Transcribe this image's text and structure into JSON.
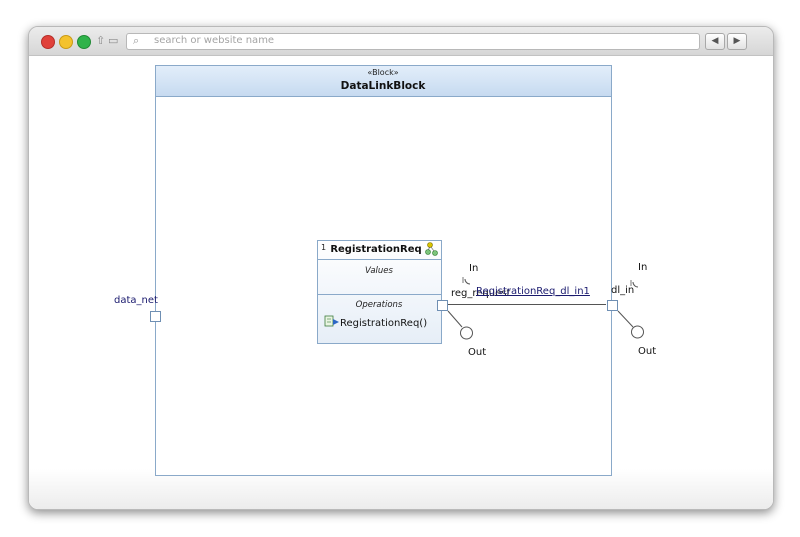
{
  "browser": {
    "search_placeholder": "search or website name",
    "back_icon": "◀",
    "forward_icon": "▶"
  },
  "diagram": {
    "block": {
      "stereotype": "«Block»",
      "name": "DataLinkBlock"
    },
    "part": {
      "multiplicity": "1",
      "name": "RegistrationReq",
      "values_header": "Values",
      "operations_header": "Operations",
      "operation": "RegistrationReq()"
    },
    "ports": {
      "outer_left": "data_net",
      "part_port": "reg_request",
      "outer_right": "dl_in"
    },
    "connector": "RegistrationReq_dl_in1",
    "flow_in": "In",
    "flow_out": "Out"
  },
  "colors": {
    "header_fill": "#cfe0f3",
    "border": "#8aa9c9",
    "label_text": "#1a1a6e"
  }
}
